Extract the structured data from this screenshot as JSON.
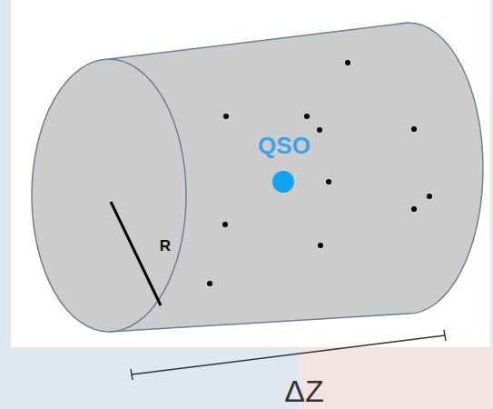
{
  "diagram": {
    "labels": [
      "QSO",
      "R",
      "ΔZ"
    ]
  }
}
